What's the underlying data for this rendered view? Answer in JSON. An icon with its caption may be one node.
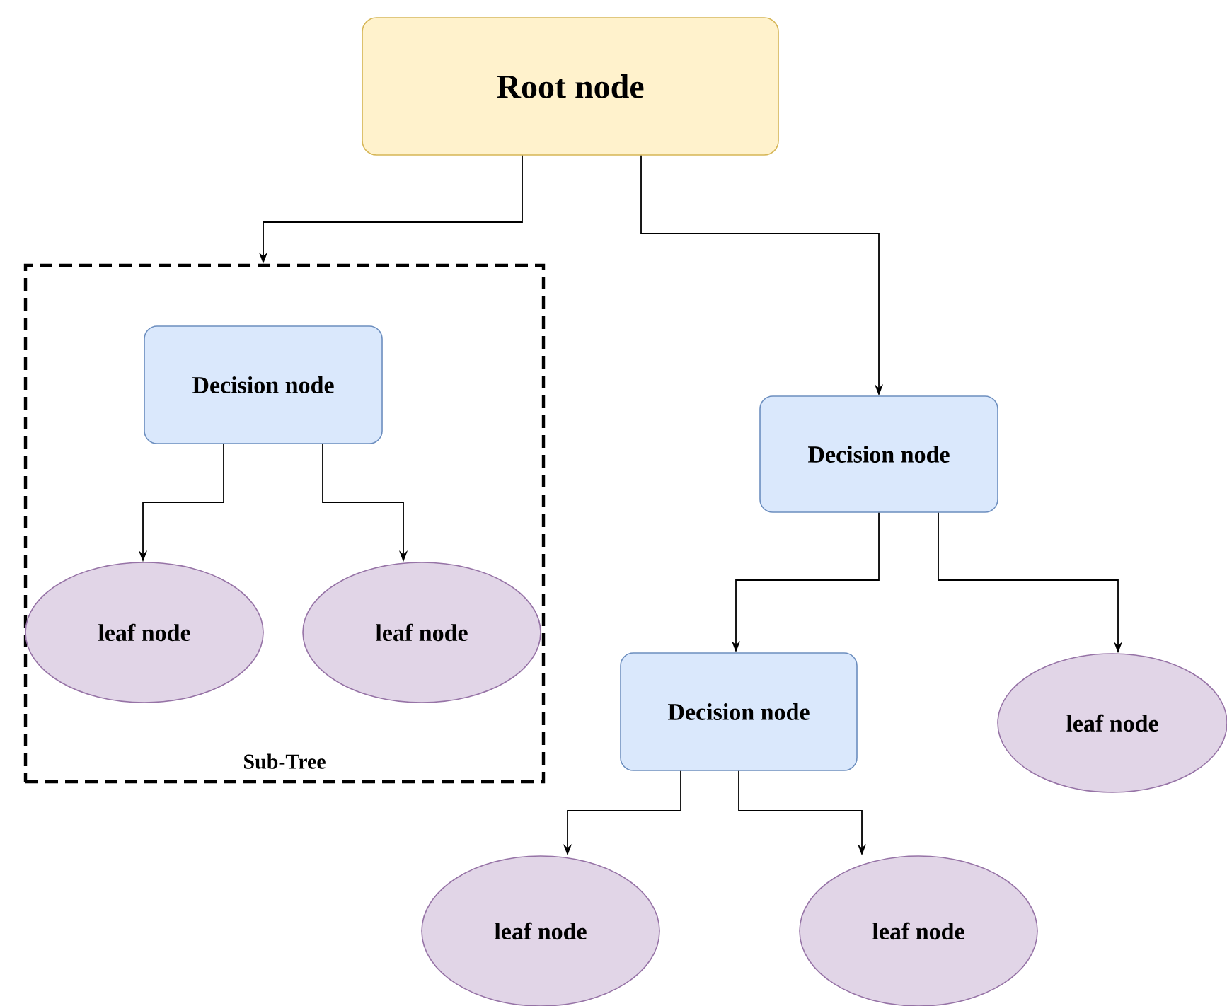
{
  "diagram": {
    "nodes": [
      {
        "text": [
          "Root node"
        ]
      },
      {
        "text": [
          "Sub-Tree"
        ]
      },
      {
        "text": [
          "Decision node"
        ],
        "in": 1
      },
      {
        "text": [
          "leaf node"
        ],
        "in": 1
      },
      {
        "text": [
          "leaf node"
        ],
        "in": 1
      },
      {
        "text": [
          "Decision node"
        ]
      },
      {
        "text": [
          "Decision node"
        ]
      },
      {
        "text": [
          "leaf node"
        ]
      },
      {
        "text": [
          "leaf node"
        ]
      },
      {
        "text": [
          "leaf node"
        ]
      }
    ],
    "edges": [
      {
        "from": 0,
        "to": 1,
        "arrow": "to"
      },
      {
        "from": 0,
        "to": 5,
        "arrow": "to"
      },
      {
        "from": 2,
        "to": 3,
        "arrow": "to"
      },
      {
        "from": 2,
        "to": 4,
        "arrow": "to"
      },
      {
        "from": 5,
        "to": 6,
        "arrow": "to"
      },
      {
        "from": 5,
        "to": 7,
        "arrow": "to"
      },
      {
        "from": 6,
        "to": 8,
        "arrow": "to"
      },
      {
        "from": 6,
        "to": 9,
        "arrow": "to"
      }
    ]
  }
}
